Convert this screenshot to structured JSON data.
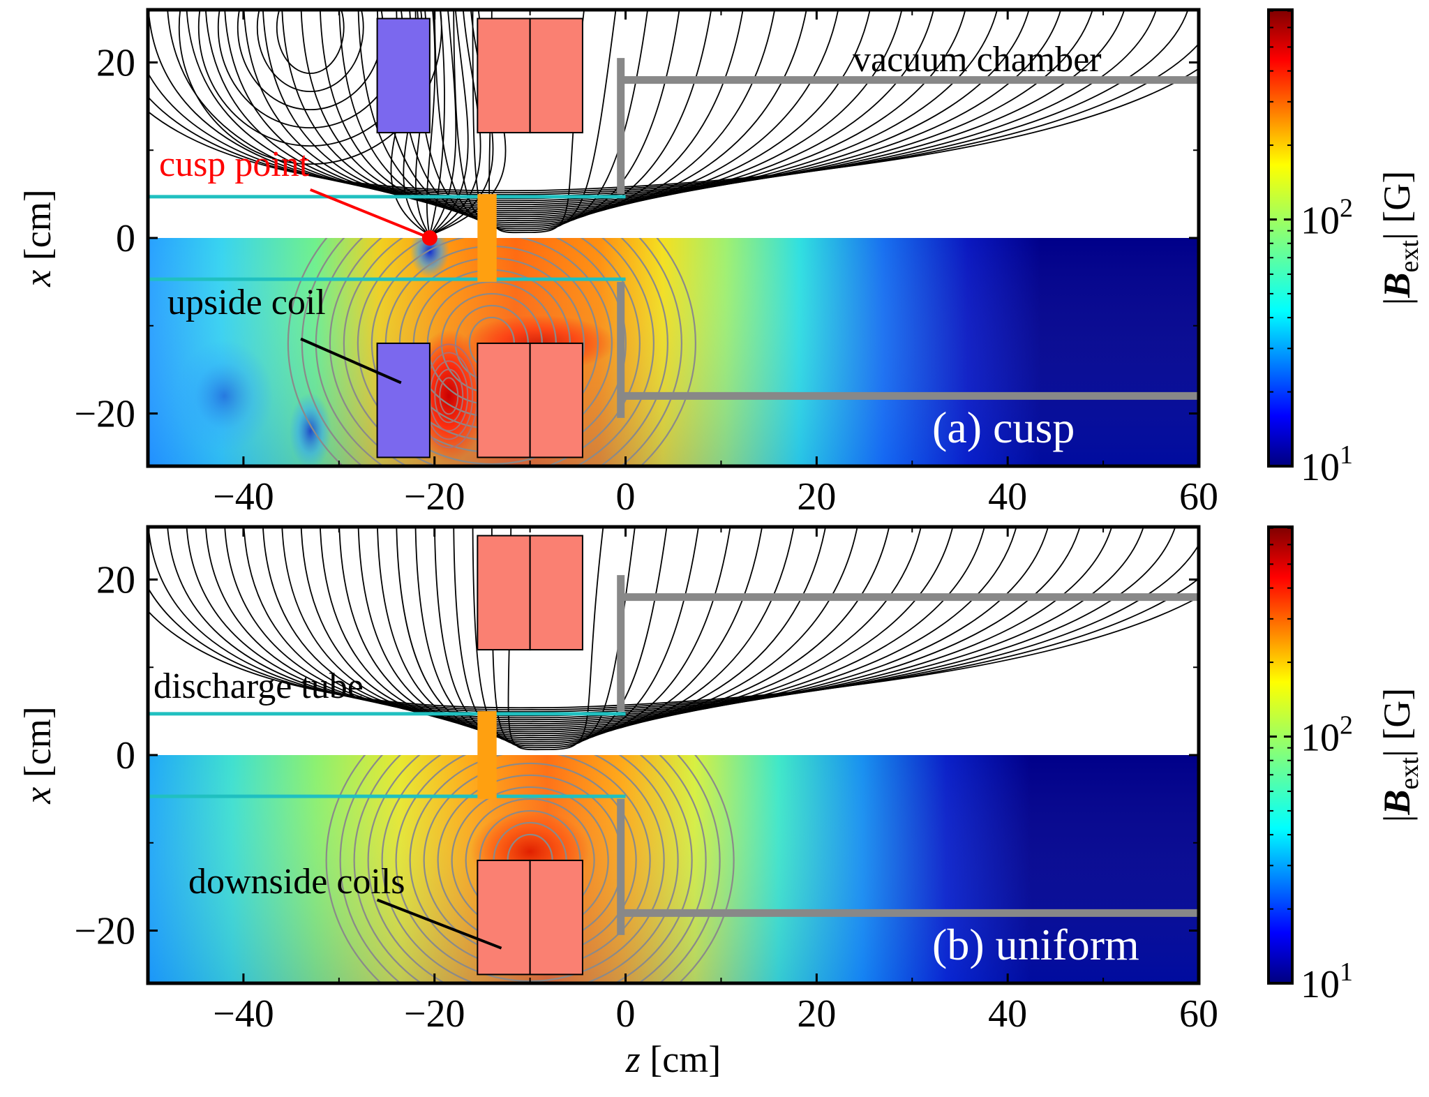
{
  "figure": {
    "xlabel_var": "z",
    "xlabel_unit": " [cm]",
    "ylabel_var": "x",
    "ylabel_unit": " [cm]",
    "colorbar_label_prefix": "|",
    "colorbar_label_var": "B",
    "colorbar_label_sub": "ext",
    "colorbar_label_suffix": "| [G]",
    "colorbar_ticks": [
      {
        "base": "10",
        "exp": "1",
        "value": 10
      },
      {
        "base": "10",
        "exp": "2",
        "value": 100
      }
    ],
    "colorbar_scale": "log",
    "colormap": "jet"
  },
  "chart_data": [
    {
      "type": "heatmap",
      "panel_label": "(a) cusp",
      "xlim": [
        -50,
        60
      ],
      "ylim": [
        -26,
        26
      ],
      "xticks": [
        -40,
        -20,
        0,
        20,
        40,
        60
      ],
      "yticks": [
        -20,
        0,
        20
      ],
      "xtick_labels": [
        "−40",
        "−20",
        "0",
        "20",
        "40",
        "60"
      ],
      "ytick_labels": [
        "−20",
        "0",
        "20"
      ],
      "upper_half": "magnetic field lines (black contours)",
      "lower_half": "|B_ext| colormap with gray contours",
      "coils": [
        {
          "kind": "upside",
          "z": [
            -26,
            -20.5
          ],
          "x": [
            12,
            25
          ],
          "color": "#7b68ee"
        },
        {
          "kind": "downside",
          "z": [
            -15.5,
            -10
          ],
          "x": [
            12,
            25
          ],
          "color": "#fa8072"
        },
        {
          "kind": "downside",
          "z": [
            -10,
            -4.5
          ],
          "x": [
            12,
            25
          ],
          "color": "#fa8072"
        }
      ],
      "cusp_point": {
        "z": -20.5,
        "x": 0
      },
      "annotations": {
        "vacuum_chamber": "vacuum chamber",
        "cusp_point": "cusp point",
        "upside_coil": "upside coil"
      }
    },
    {
      "type": "heatmap",
      "panel_label": "(b) uniform",
      "xlim": [
        -50,
        60
      ],
      "ylim": [
        -26,
        26
      ],
      "xticks": [
        -40,
        -20,
        0,
        20,
        40,
        60
      ],
      "yticks": [
        -20,
        0,
        20
      ],
      "xtick_labels": [
        "−40",
        "−20",
        "0",
        "20",
        "40",
        "60"
      ],
      "ytick_labels": [
        "−20",
        "0",
        "20"
      ],
      "upper_half": "magnetic field lines (black contours)",
      "lower_half": "|B_ext| colormap with gray contours",
      "coils": [
        {
          "kind": "downside",
          "z": [
            -15.5,
            -10
          ],
          "x": [
            12,
            25
          ],
          "color": "#fa8072"
        },
        {
          "kind": "downside",
          "z": [
            -10,
            -4.5
          ],
          "x": [
            12,
            25
          ],
          "color": "#fa8072"
        }
      ],
      "annotations": {
        "discharge_tube": "discharge tube",
        "downside_coils": "downside coils"
      }
    }
  ]
}
